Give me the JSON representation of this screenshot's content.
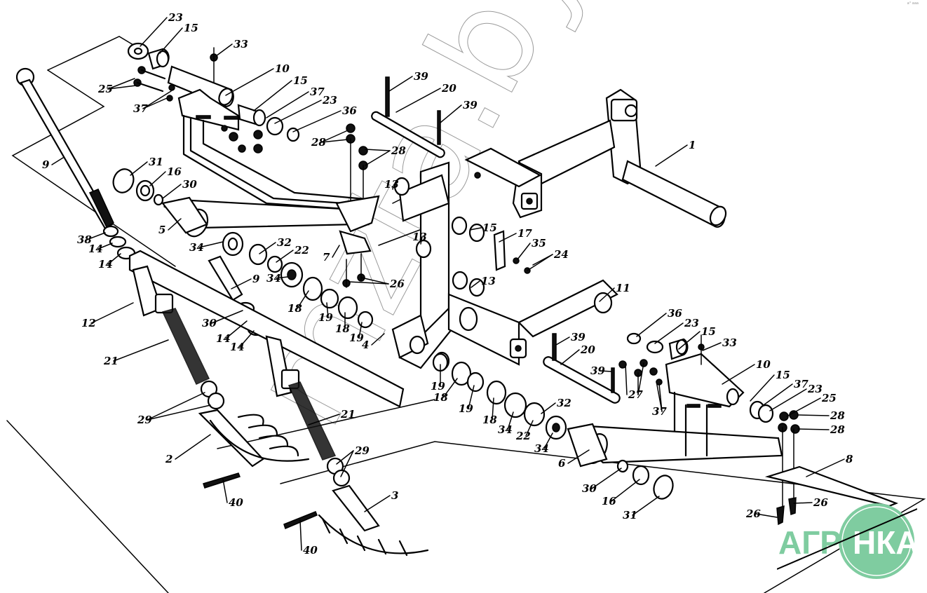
{
  "diagram": {
    "type": "exploded-parts-diagram",
    "subject": "Hitch / linkage assembly with spring harrow sections",
    "callouts": {
      "1": "1",
      "2": "2",
      "3": "3",
      "4": "4",
      "5": "5",
      "6": "6",
      "7": "7",
      "8": "8",
      "9": "9",
      "10": "10",
      "11": "11",
      "12": "12",
      "13": "13",
      "14": "14",
      "15": "15",
      "16": "16",
      "17": "17",
      "18": "18",
      "19": "19",
      "20": "20",
      "21": "21",
      "22": "22",
      "23": "23",
      "24": "24",
      "25": "25",
      "26": "26",
      "27": "27",
      "28": "28",
      "29": "29",
      "30": "30",
      "31": "31",
      "32": "32",
      "33": "33",
      "34": "34",
      "35": "35",
      "36": "36",
      "37": "37",
      "38": "38",
      "39": "39",
      "40": "40"
    },
    "watermark_text": "mzta.by",
    "corner_mark": "a° aaa"
  },
  "logo": {
    "text_left": "АГРО",
    "text_right": "НКА",
    "color": "#7fcca0",
    "text_color_on_circle": "#ffffff"
  }
}
